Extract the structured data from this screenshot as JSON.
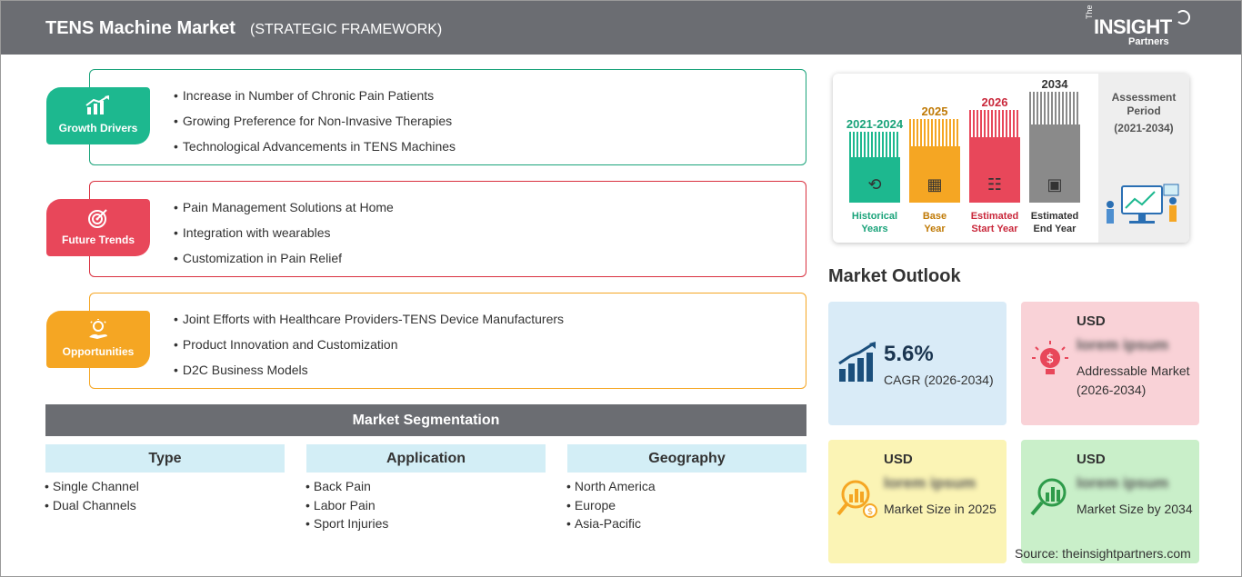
{
  "header": {
    "title": "TENS Machine Market",
    "subtitle": "(STRATEGIC FRAMEWORK)",
    "logo_the": "The",
    "logo_main": "INSIGHT",
    "logo_partners": "Partners"
  },
  "framework": {
    "growth_drivers": {
      "label": "Growth Drivers",
      "items": [
        "Increase in Number of Chronic Pain Patients",
        "Growing Preference for Non-Invasive Therapies",
        "Technological Advancements in TENS Machines"
      ]
    },
    "future_trends": {
      "label": "Future Trends",
      "items": [
        "Pain Management Solutions at Home",
        "Integration with wearables",
        "Customization in Pain Relief"
      ]
    },
    "opportunities": {
      "label": "Opportunities",
      "items": [
        "Joint Efforts with Healthcare Providers-TENS Device Manufacturers",
        "Product Innovation and Customization",
        "D2C Business Models"
      ]
    }
  },
  "segmentation": {
    "title": "Market Segmentation",
    "type": {
      "label": "Type",
      "items": [
        "Single Channel",
        "Dual Channels"
      ]
    },
    "application": {
      "label": "Application",
      "items": [
        "Back Pain",
        "Labor Pain",
        "Sport Injuries"
      ]
    },
    "geography": {
      "label": "Geography",
      "items": [
        "North America",
        "Europe",
        "Asia-Pacific"
      ]
    }
  },
  "timeline": {
    "historical": {
      "year": "2021-2024",
      "line1": "Historical",
      "line2": "Years",
      "color": "#1db88f"
    },
    "base": {
      "year": "2025",
      "line1": "Base",
      "line2": "Year",
      "color": "#f5a623"
    },
    "start": {
      "year": "2026",
      "line1": "Estimated",
      "line2": "Start Year",
      "color": "#e8475a"
    },
    "end": {
      "year": "2034",
      "line1": "Estimated",
      "line2": "End Year",
      "color": "#8a8a8a"
    },
    "assessment_title": "Assessment Period",
    "assessment_range": "(2021-2034)"
  },
  "outlook": {
    "title": "Market Outlook",
    "cagr": {
      "value": "5.6%",
      "label": "CAGR (2026-2034)",
      "color": "#d9ebf7"
    },
    "addressable": {
      "currency": "USD",
      "value": "lorem ipsum",
      "label": "Addressable Market (2026-2034)",
      "color": "#f9d2d7"
    },
    "size_2025": {
      "currency": "USD",
      "value": "lorem ipsum",
      "label": "Market Size in 2025",
      "color": "#fbf4b5"
    },
    "size_2034": {
      "currency": "USD",
      "value": "lorem ipsum",
      "label": "Market Size by 2034",
      "color": "#c9efc9"
    }
  },
  "source": "Source: theinsightpartners.com"
}
